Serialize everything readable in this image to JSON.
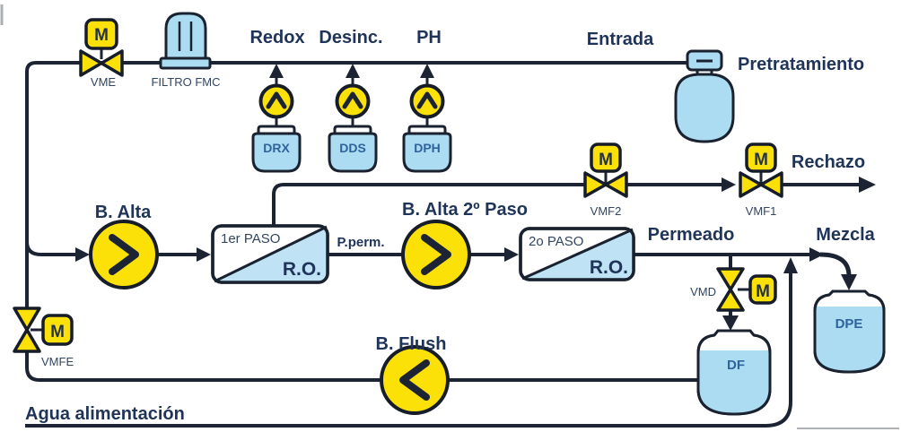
{
  "diagram_type": "reverse-osmosis water treatment process schematic",
  "colors": {
    "line": "#1c2434",
    "equipment_yellow": "#fbe107",
    "tank_light_blue": "#abdcf2",
    "ro_membrane_blue": "#bfe3f4",
    "label_navy": "#1f3458",
    "tank_label_blue": "#2e639c",
    "background": "#ffffff"
  },
  "motor": "M",
  "feed": {
    "valve_vme": "VME",
    "filter": "FILTRO FMC",
    "entrada": "Entrada",
    "pretratamiento": "Pretratamiento",
    "valve_vmfe": "VMFE",
    "agua": "Agua alimentación"
  },
  "dosing": {
    "redox": "Redox",
    "desinc": "Desinc.",
    "ph": "PH",
    "drx": "DRX",
    "dds": "DDS",
    "dph": "DPH"
  },
  "process": {
    "b_alta": "B. Alta",
    "paso1": "1er PASO",
    "ro": "R.O.",
    "p_perm": "P.perm.",
    "b_alta2": "B. Alta 2º Paso",
    "paso2": "2o PASO",
    "permeado": "Permeado"
  },
  "reject": {
    "vmf2": "VMF2",
    "vmf1": "VMF1",
    "rechazo": "Rechazo"
  },
  "product": {
    "vmd": "VMD",
    "df": "DF",
    "dpe": "DPE",
    "mezcla": "Mezcla"
  },
  "flush": {
    "b_flush": "B. Flush"
  }
}
